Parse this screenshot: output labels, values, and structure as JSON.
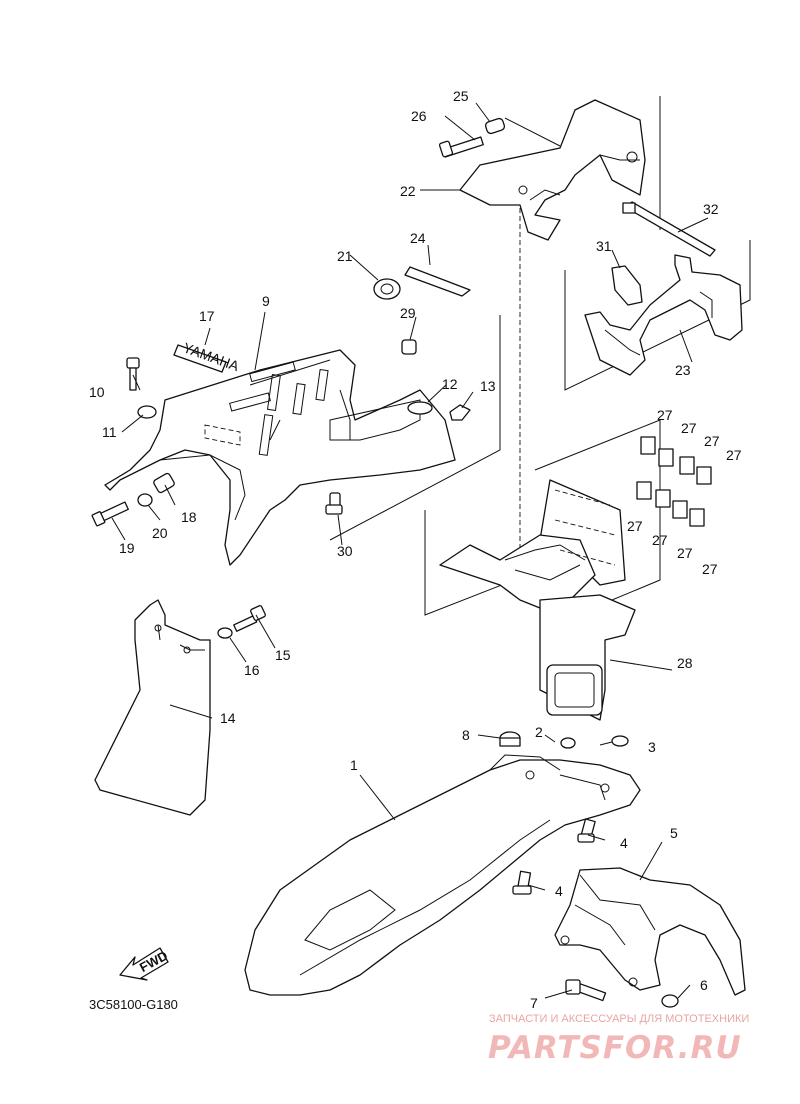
{
  "diagram": {
    "code": "3C58100-G180",
    "fwd_label": "FWD",
    "decal_text": "YAMAHA",
    "watermark": {
      "tagline": "ЗАПЧАСТИ И АКСЕССУАРЫ ДЛЯ МОТОТЕХНИКИ",
      "brand": "PARTSFOR.RU"
    },
    "callouts": [
      "1",
      "2",
      "3",
      "4",
      "4",
      "5",
      "6",
      "7",
      "8",
      "9",
      "10",
      "11",
      "12",
      "13",
      "14",
      "15",
      "16",
      "17",
      "18",
      "19",
      "20",
      "21",
      "22",
      "23",
      "24",
      "25",
      "26",
      "27",
      "27",
      "27",
      "27",
      "27",
      "27",
      "27",
      "27",
      "28",
      "29",
      "30",
      "31",
      "32"
    ]
  }
}
